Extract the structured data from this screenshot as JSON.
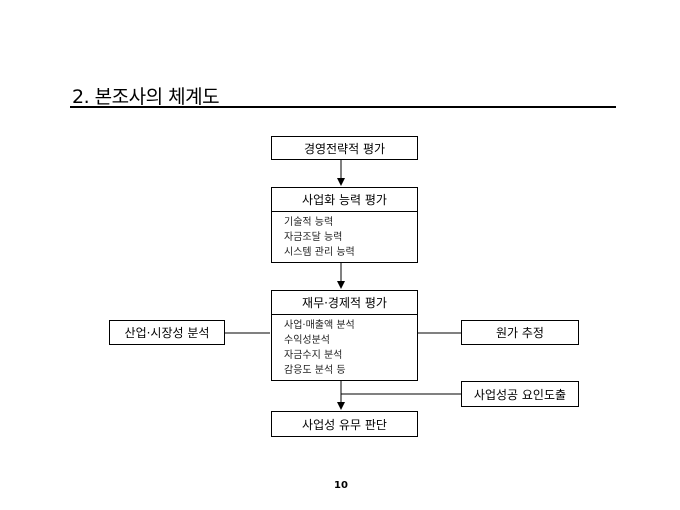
{
  "title": "2. 본조사의 체계도",
  "nodes": {
    "strategy": "경영전략적 평가",
    "commercialization": {
      "title": "사업화 능력 평가",
      "items": [
        "기술적 능력",
        "자금조달 능력",
        "시스템 관리 능력"
      ]
    },
    "financial": {
      "title": "재무·경제적 평가",
      "items": [
        "사업·매출액 분석",
        "수익성분석",
        "자금수지 분석",
        "감응도 분석 등"
      ]
    },
    "market": "산업·시장성 분석",
    "cost": "원가 추정",
    "success": "사업성공 요인도출",
    "decision": "사업성 유무 판단"
  },
  "page_number": "10"
}
